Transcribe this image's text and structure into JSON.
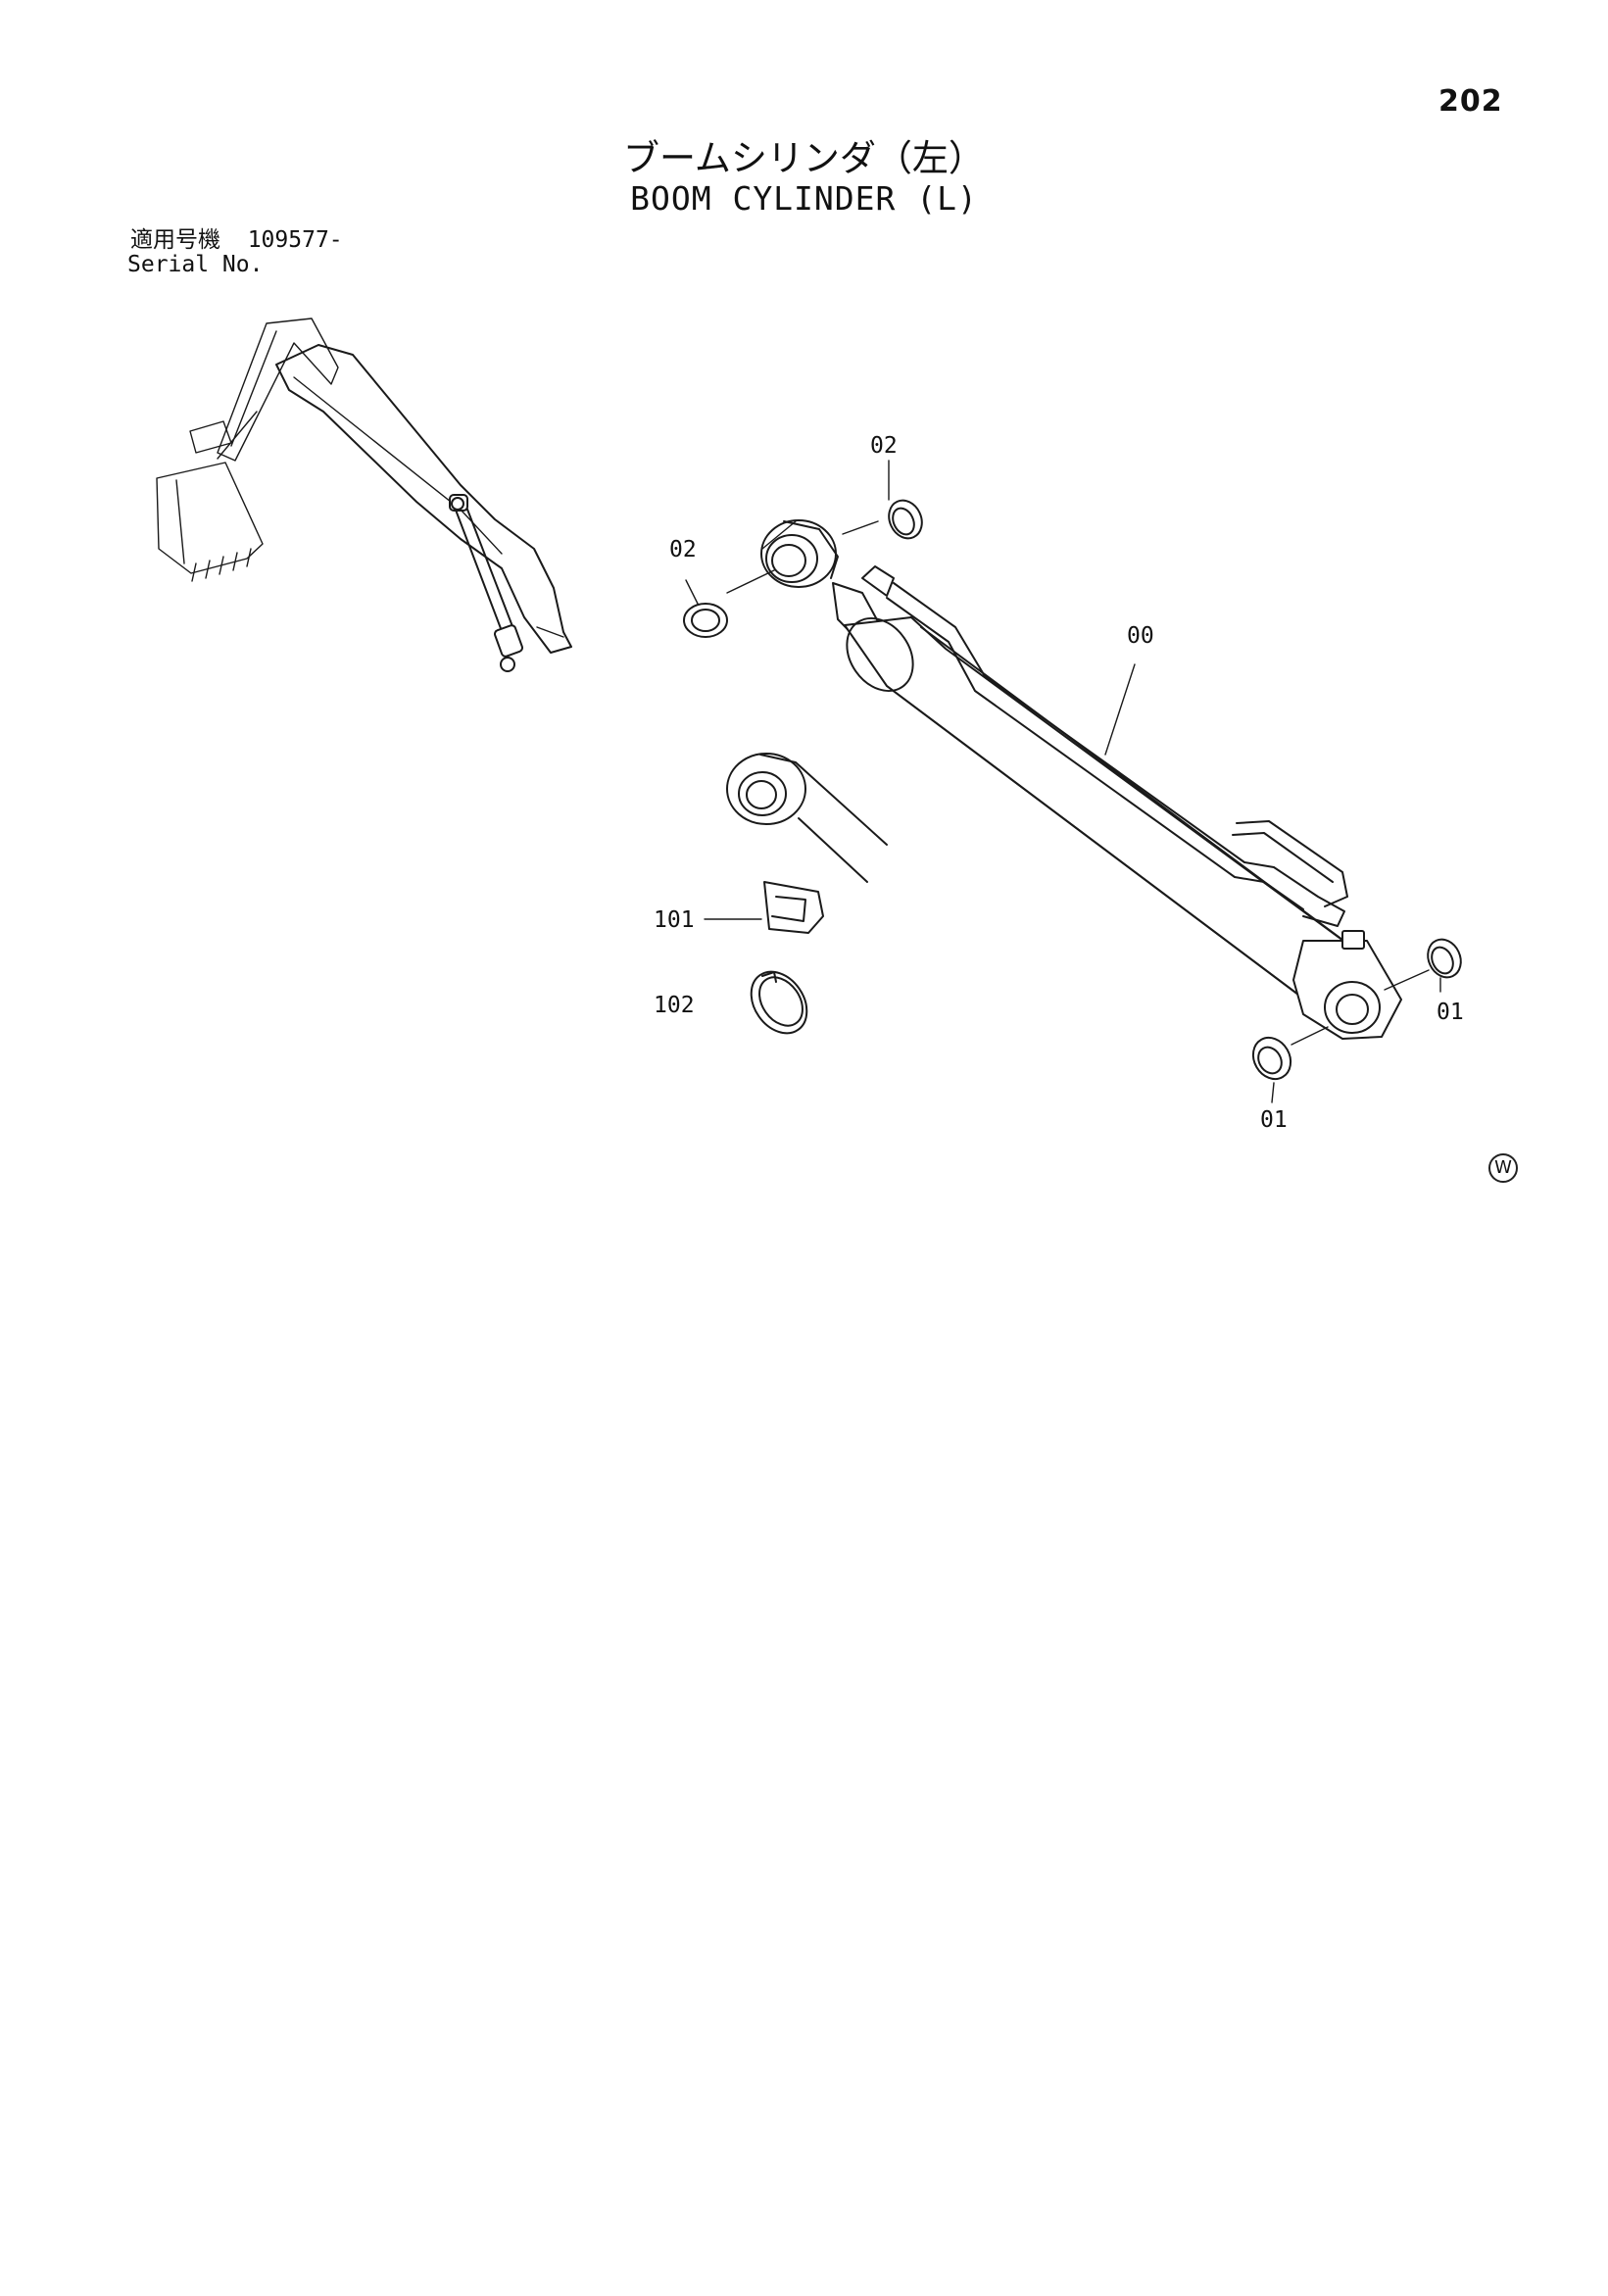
{
  "page": {
    "number": "202",
    "title_jp": "ブームシリンダ（左）",
    "title_en": "BOOM CYLINDER (L)"
  },
  "serial": {
    "label_jp": "適用号機",
    "value": "109577-",
    "label_en": "Serial No."
  },
  "callouts": {
    "c00": "00",
    "c01_right": "01",
    "c01_bottom": "01",
    "c02_top": "02",
    "c02_left": "02",
    "c101": "101",
    "c102": "102"
  },
  "mark": "W",
  "icons": {
    "excavator": "excavator-location-icon",
    "boom_cylinder": "boom-cylinder-illustration"
  }
}
